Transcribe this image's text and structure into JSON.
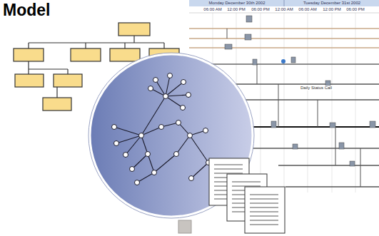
{
  "diagram": {
    "title": "Model",
    "labels": [
      "Monday December 30th 2002",
      "Tuesday December 31st 2002",
      "06:00 AM",
      "12:00 PM",
      "06:00 PM",
      "12:00 AM",
      "06:00 AM",
      "12:00 PM",
      "06:00 PM",
      "Daily Status Call"
    ]
  }
}
